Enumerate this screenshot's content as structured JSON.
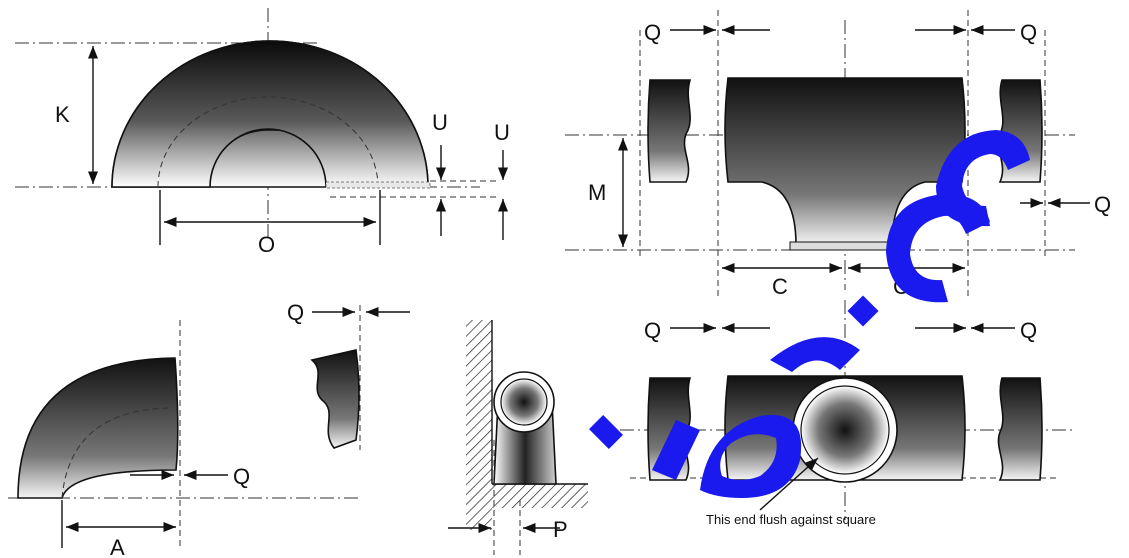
{
  "labels": {
    "K": "K",
    "U_left": "U",
    "U_right": "U",
    "O": "O",
    "Q_tee_top_left": "Q",
    "Q_tee_top_right": "Q",
    "Q_tee_right": "Q",
    "M": "M",
    "C_left": "C",
    "C_right": "C",
    "Q_cross_left": "Q",
    "Q_cross_right": "Q",
    "Q_elbow_end": "Q",
    "Q_elbow": "Q",
    "A": "A",
    "P": "P"
  },
  "note": "This end flush against square",
  "colors": {
    "metal_dark": "#111111",
    "metal_light": "#ffffff",
    "watermark": "#1a1aee"
  }
}
